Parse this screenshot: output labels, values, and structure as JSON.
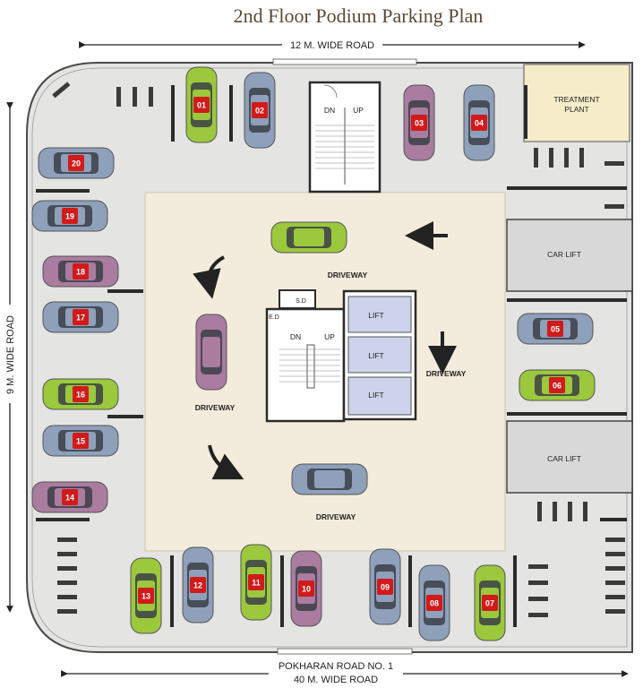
{
  "title": "2nd Floor Podium Parking Plan",
  "roads": {
    "top": "12 M. WIDE ROAD",
    "left": "9 M. WIDE ROAD",
    "bottom_line1": "POKHARAN  ROAD NO. 1",
    "bottom_line2": "40 M. WIDE ROAD"
  },
  "labels": {
    "treatment_line1": "TREATMENT",
    "treatment_line2": "PLANT",
    "car_lift": "CAR LIFT",
    "lift": "LIFT",
    "driveway": "DRIVEWAY",
    "dn": "DN",
    "up": "UP",
    "ed": "E.D",
    "sd": "S.D"
  },
  "colors": {
    "floor": "#e4e4e2",
    "center": "#f3ecdc",
    "treatment": "#f6ecc8",
    "lift": "#ccd3ea",
    "car_lift": "#d8d8d8",
    "wall": "#2b2b2b",
    "badge": "#d11a1a"
  },
  "cars": [
    {
      "num": "01",
      "color": "#9bc83c"
    },
    {
      "num": "02",
      "color": "#8fa0bb"
    },
    {
      "num": "03",
      "color": "#a97ca0"
    },
    {
      "num": "04",
      "color": "#8fa0bb"
    },
    {
      "num": "05",
      "color": "#8fa0bb"
    },
    {
      "num": "06",
      "color": "#9bc83c"
    },
    {
      "num": "07",
      "color": "#9bc83c"
    },
    {
      "num": "08",
      "color": "#8fa0bb"
    },
    {
      "num": "09",
      "color": "#8fa0bb"
    },
    {
      "num": "10",
      "color": "#a97ca0"
    },
    {
      "num": "11",
      "color": "#9bc83c"
    },
    {
      "num": "12",
      "color": "#8fa0bb"
    },
    {
      "num": "13",
      "color": "#9bc83c"
    },
    {
      "num": "14",
      "color": "#a97ca0"
    },
    {
      "num": "15",
      "color": "#8fa0bb"
    },
    {
      "num": "16",
      "color": "#9bc83c"
    },
    {
      "num": "17",
      "color": "#8fa0bb"
    },
    {
      "num": "18",
      "color": "#a97ca0"
    },
    {
      "num": "19",
      "color": "#8fa0bb"
    },
    {
      "num": "20",
      "color": "#8fa0bb"
    }
  ],
  "driveway_cars": [
    {
      "color": "#9bc83c"
    },
    {
      "color": "#a97ca0"
    },
    {
      "color": "#8fa0bb"
    }
  ]
}
